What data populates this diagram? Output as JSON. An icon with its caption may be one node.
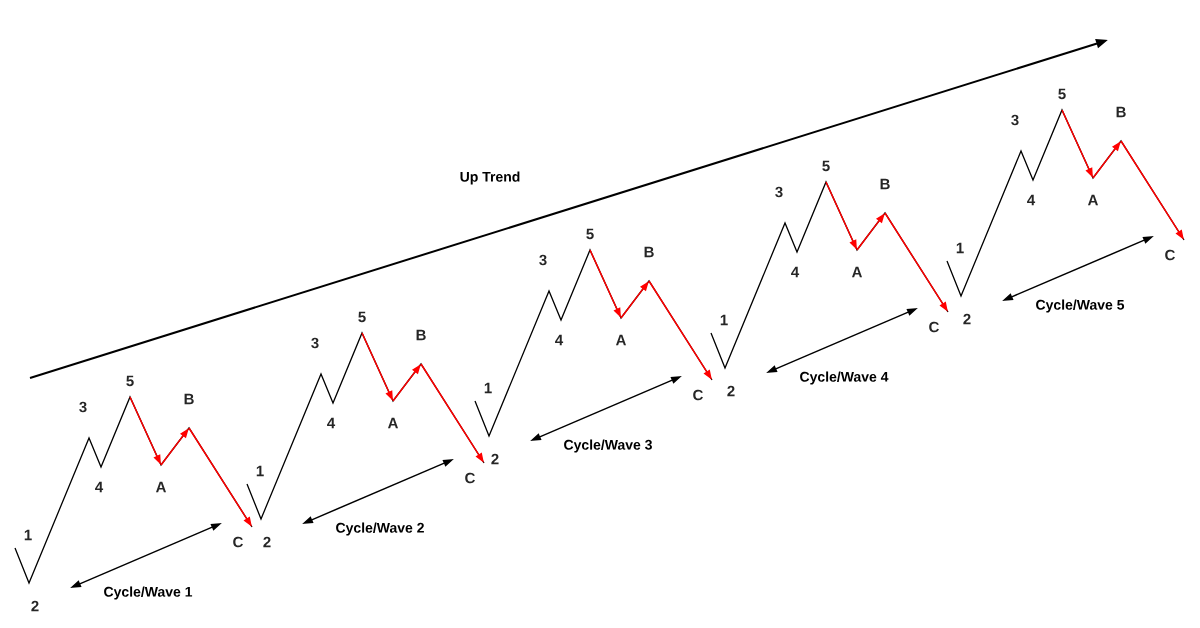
{
  "diagram": {
    "labels": [
      "Up Trend",
      "1",
      "2",
      "3",
      "4",
      "5",
      "A",
      "B",
      "C",
      "Cycle/Wave 1",
      "1",
      "2",
      "3",
      "4",
      "5",
      "A",
      "B",
      "C",
      "Cycle/Wave 2",
      "1",
      "2",
      "3",
      "4",
      "5",
      "A",
      "B",
      "C",
      "Cycle/Wave 3",
      "1",
      "2",
      "3",
      "4",
      "5",
      "A",
      "B",
      "C",
      "Cycle/Wave 4",
      "1",
      "2",
      "3",
      "4",
      "5",
      "A",
      "B",
      "C",
      "Cycle/Wave 5"
    ]
  }
}
